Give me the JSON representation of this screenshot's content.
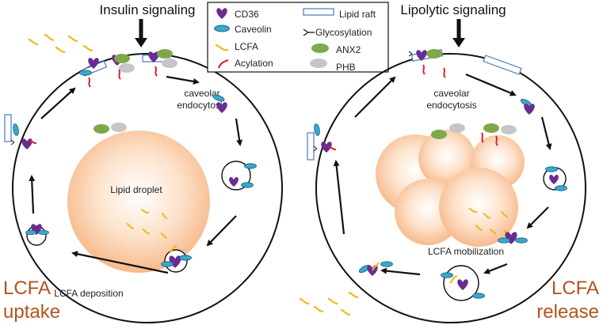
{
  "left_panel": {
    "title": "Insulin signaling",
    "process_label_line1": "caveolar",
    "process_label_line2": "endocytosis",
    "droplet_label": "Lipid droplet",
    "deposition_label": "LCFA deposition",
    "outcome_line1": "LCFA",
    "outcome_line2": "uptake"
  },
  "right_panel": {
    "title": "Lipolytic signaling",
    "process_label_line1": "caveolar",
    "process_label_line2": "endocytosis",
    "mobilization_label": "LCFA mobilization",
    "outcome_line1": "LCFA",
    "outcome_line2": "release"
  },
  "legend": {
    "cd36": "CD36",
    "lipid_raft": "Lipid raft",
    "caveolin": "Caveolin",
    "glycosylation": "Glycosylation",
    "lcfa": "LCFA",
    "anx2": "ANX2",
    "acylation": "Acylation",
    "phb": "PHB"
  },
  "colors": {
    "cd36": "#6a2c91",
    "caveolin": "#38a8cf",
    "lcfa": "#f2b816",
    "acylation": "#d2262f",
    "anx2": "#7ea84a",
    "phb": "#c6c6c6",
    "raft": "#4a78c4",
    "droplet": "#f9c9a0",
    "outcome_text": "#b2541c"
  }
}
